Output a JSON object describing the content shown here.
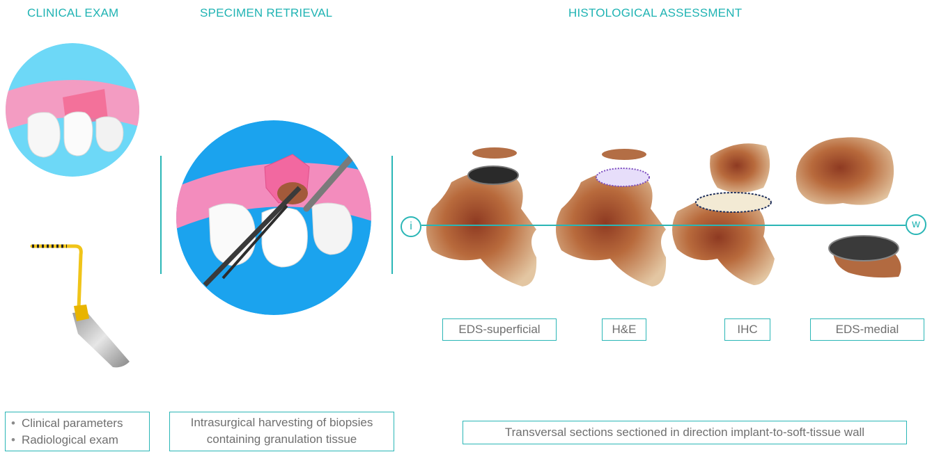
{
  "headers": {
    "clinical": "CLINICAL EXAM",
    "specimen": "SPECIMEN RETRIEVAL",
    "histology": "HISTOLOGICAL ASSESSMENT"
  },
  "clinical_items": [
    "Clinical parameters",
    "Radiological exam"
  ],
  "harvest_text": [
    "Intrasurgical harvesting of biopsies",
    "containing granulation tissue"
  ],
  "sections": [
    "EDS-superficial",
    "H&E",
    "IHC",
    "EDS-medial"
  ],
  "axis": {
    "start": "i",
    "end": "w"
  },
  "transversal_text": "Transversal sections sectioned in direction implant-to-soft-tissue wall",
  "colors": {
    "accent": "#2ab6b6",
    "gum": "#f08cb8",
    "sky": "#5fd6f6",
    "tissue": "#b8703e"
  }
}
